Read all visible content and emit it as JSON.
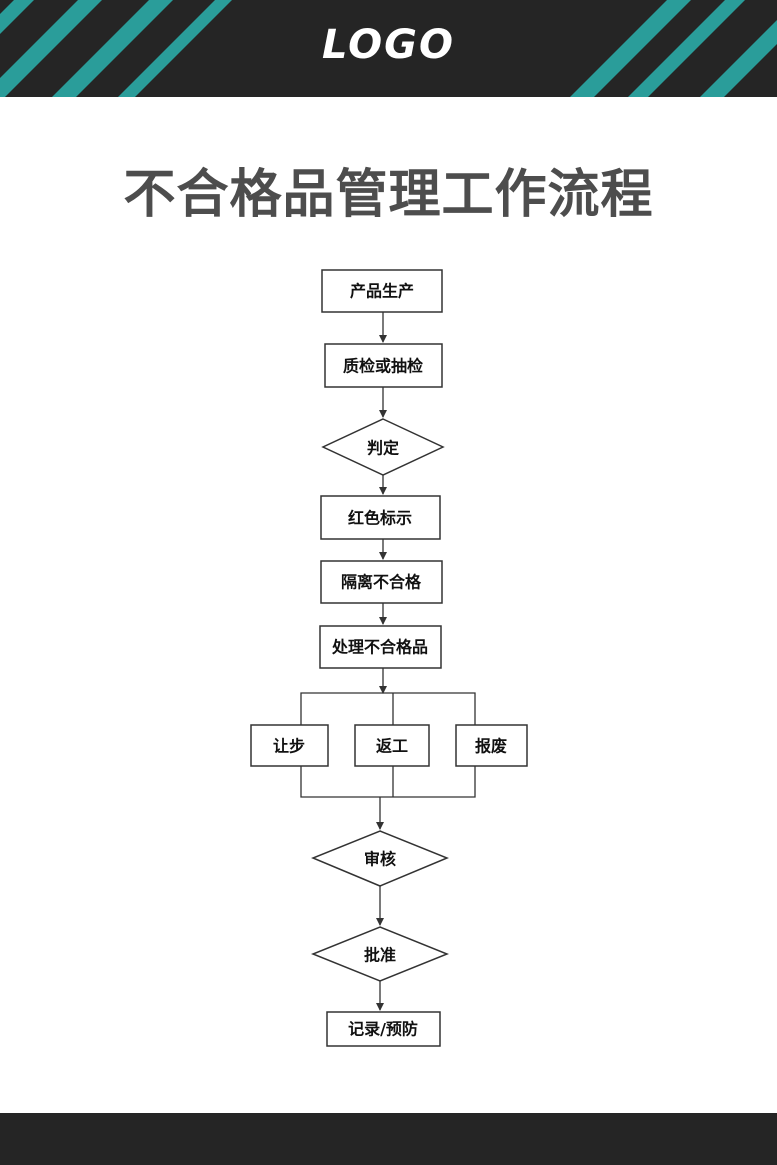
{
  "colors": {
    "header_bg": "#252525",
    "stripe_accent": "#2a9d9a",
    "title_text": "#4d4d4d",
    "line": "#333333"
  },
  "header": {
    "logo": "LOGO"
  },
  "title": "不合格品管理工作流程",
  "flow": {
    "product_production": "产品生产",
    "quality_inspection": "质检或抽检",
    "judgement": "判定",
    "red_marking": "红色标示",
    "isolate_nonconforming": "隔离不合格",
    "handle_nonconforming": "处理不合格品",
    "concession": "让步",
    "rework": "返工",
    "scrap": "报废",
    "review": "审核",
    "approval": "批准",
    "record_prevention": "记录/预防"
  }
}
